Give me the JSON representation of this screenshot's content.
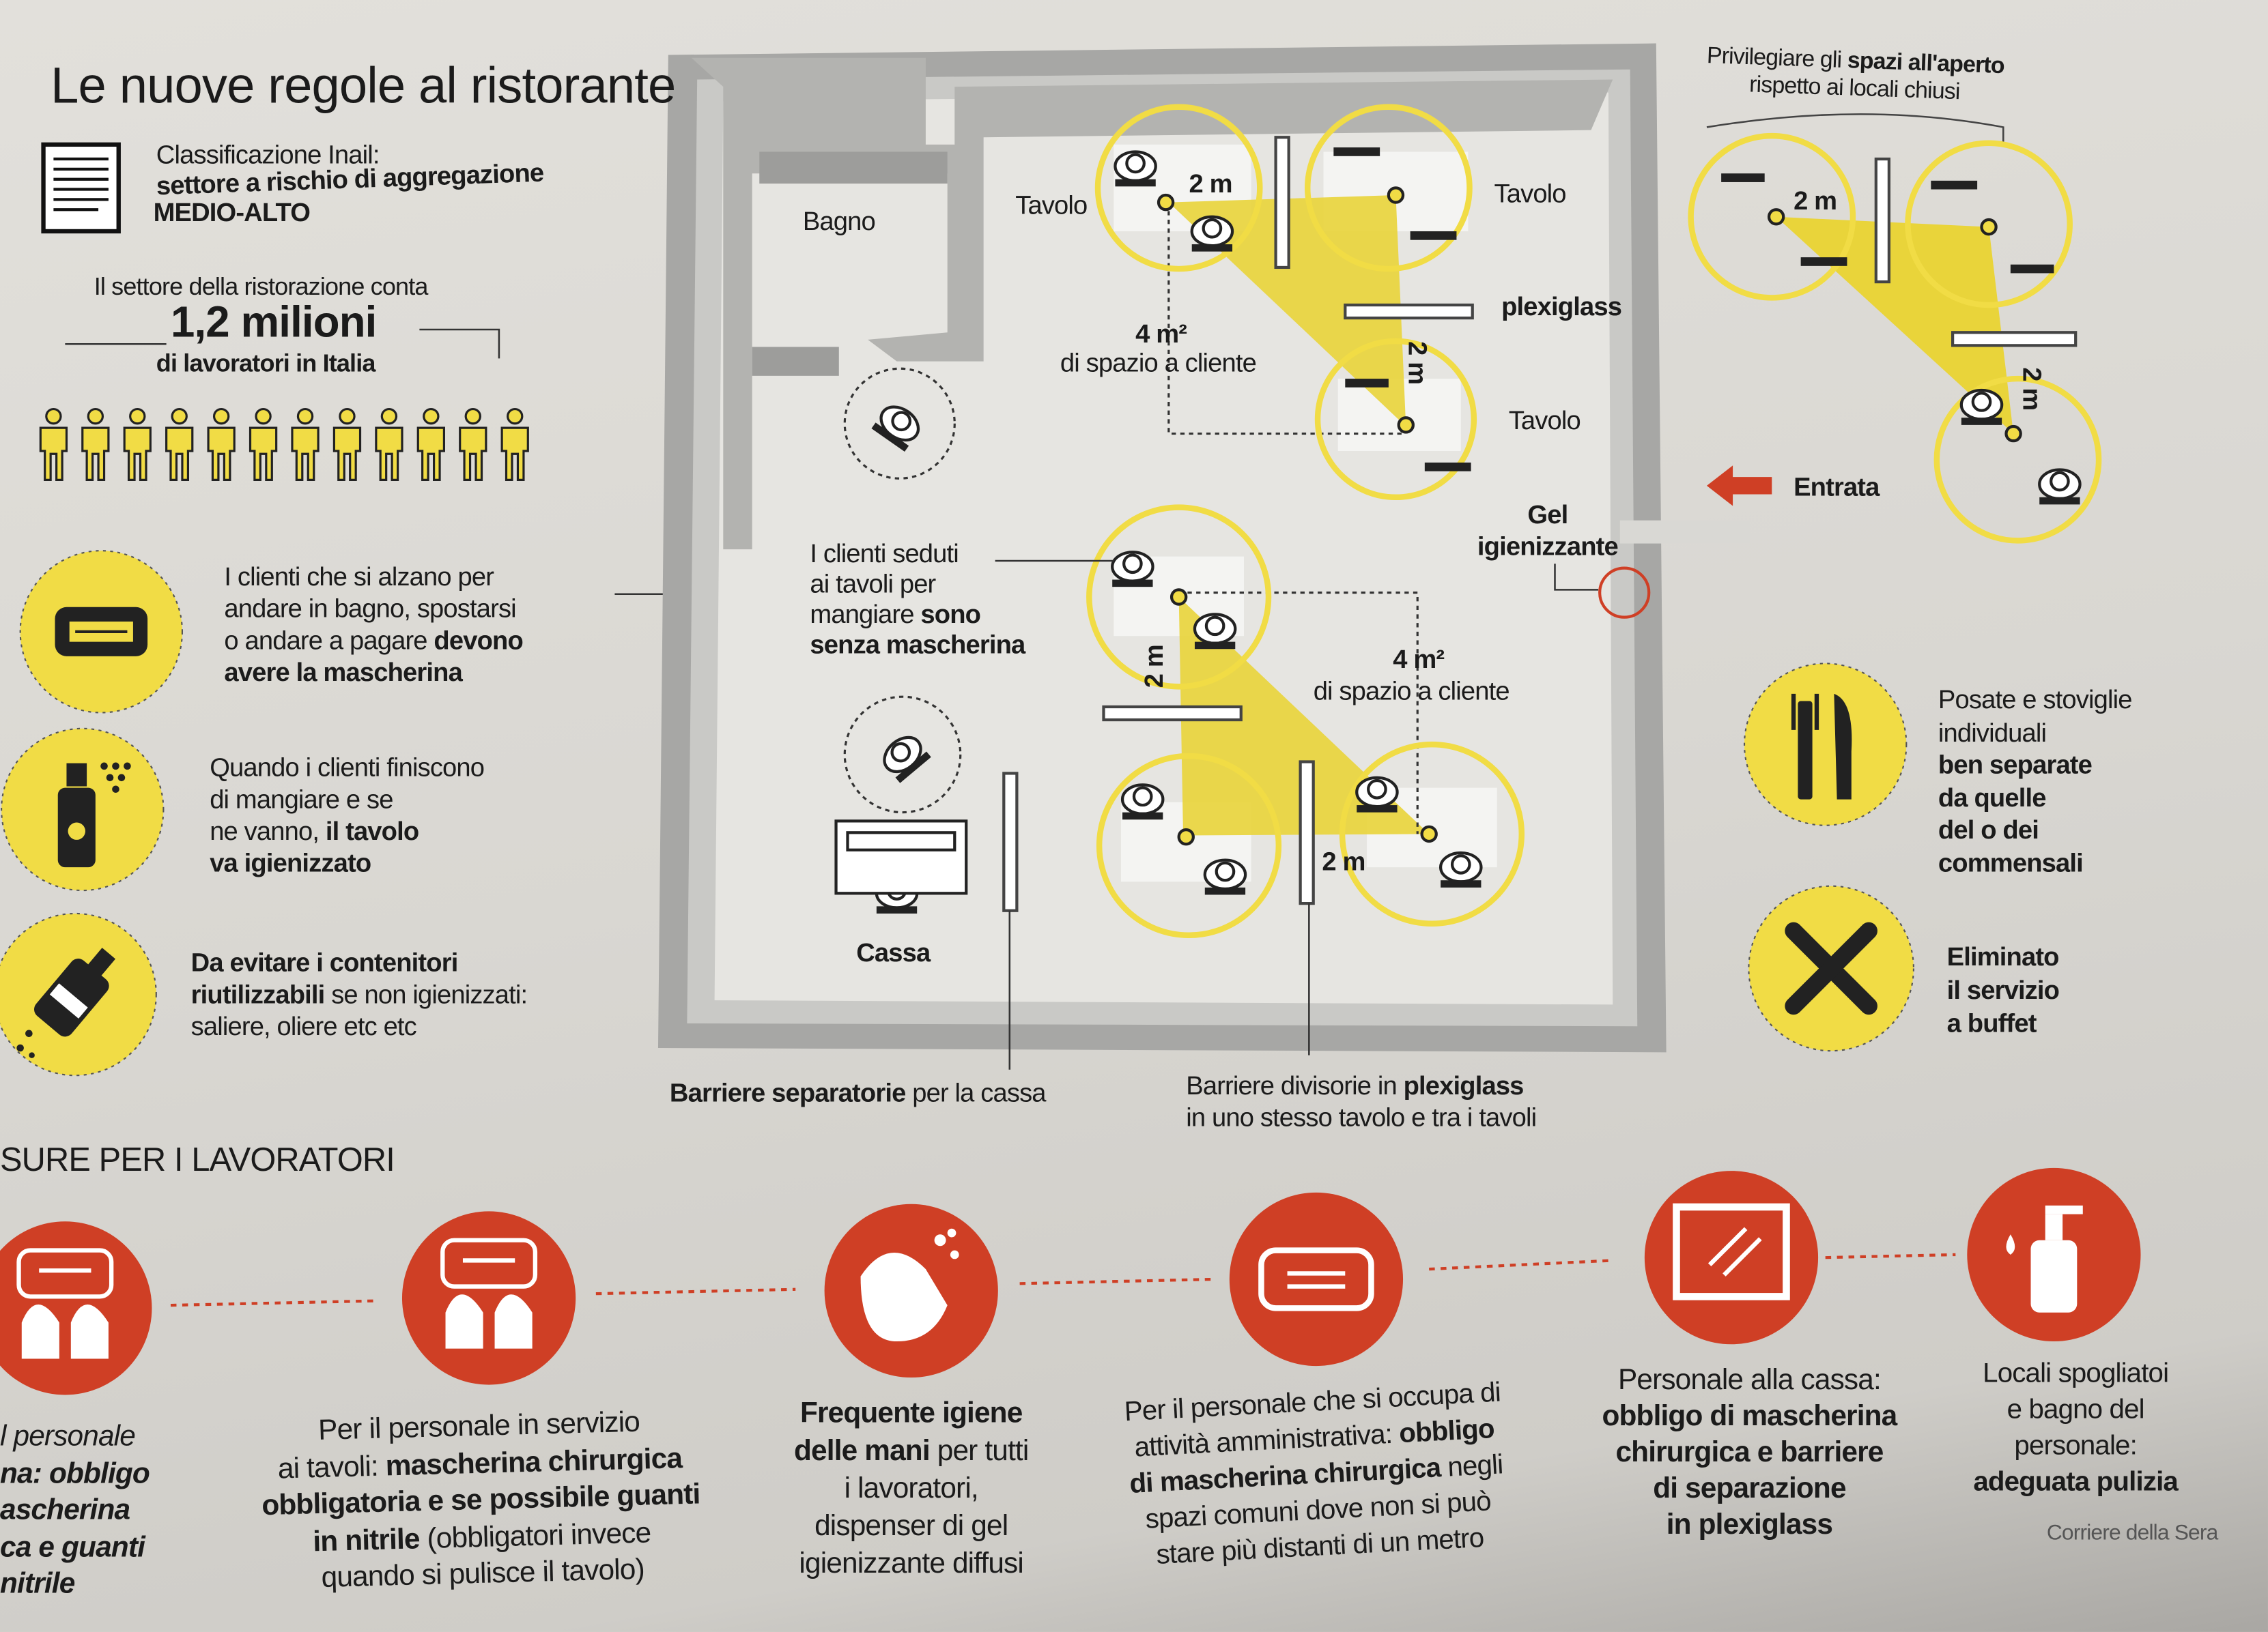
{
  "title": "Le nuove regole al ristorante",
  "classification": {
    "label": "Classificazione Inail:",
    "line1": "settore a rischio di aggregazione",
    "line2": "MEDIO-ALTO"
  },
  "workers": {
    "intro": "Il settore della ristorazione conta",
    "number": "1,2 milioni",
    "suffix": "di lavoratori in Italia",
    "icon_count": 12
  },
  "left_notes": [
    {
      "icon": "face-mask-icon",
      "l1": "I clienti che si alzano per",
      "l2": "andare in bagno, spostarsi",
      "l3a": "o andare a pagare ",
      "l3b": "devono",
      "l4": "avere la mascherina"
    },
    {
      "icon": "spray-bottle-icon",
      "l1": "Quando i clienti finiscono",
      "l2": "di mangiare e se",
      "l3a": "ne vanno, ",
      "l3b": "il tavolo",
      "l4": "va igienizzato"
    },
    {
      "icon": "cruet-bottle-icon",
      "l1": "Da evitare i contenitori",
      "l2a": "riutilizzabili",
      "l2b": " se non igienizzati:",
      "l3": "saliere, oliere etc etc"
    }
  ],
  "plan": {
    "bagno": "Bagno",
    "tavolo": "Tavolo",
    "dist": "2 m",
    "area": "4 m²",
    "area_caption": "di spazio a cliente",
    "plexiglass": "plexiglass",
    "seated": {
      "l1": "I clienti seduti",
      "l2": "ai tavoli per",
      "l3a": "mangiare ",
      "l3b": "sono",
      "l4": "senza mascherina"
    },
    "gel": {
      "l1": "Gel",
      "l2": "igienizzante"
    },
    "entrata": "Entrata",
    "cassa": "Cassa"
  },
  "outdoor": {
    "l1a": "Privilegiare gli ",
    "l1b": "spazi all'aperto",
    "l2": "rispetto ai locali chiusi",
    "dist": "2 m"
  },
  "right_notes": [
    {
      "icon": "cutlery-icon",
      "lines": [
        "Posate e stoviglie",
        "individuali"
      ],
      "bold": [
        "ben separate",
        "da quelle",
        "del o dei",
        "commensali"
      ]
    },
    {
      "icon": "cross-icon",
      "bold": [
        "Eliminato",
        "il servizio",
        "a buffet"
      ]
    }
  ],
  "captions": {
    "cassa_a": "Barriere separatorie",
    "cassa_b": " per la cassa",
    "divider_a": "Barriere divisorie in ",
    "divider_b": "plexiglass",
    "divider_c": "in uno stesso tavolo e tra i tavoli"
  },
  "workers_section": {
    "heading": "SURE PER I LAVORATORI",
    "items": [
      {
        "icon": "mask-gloves-icon",
        "lines": [
          "l personale",
          "na: obbligo",
          "ascherina",
          "ca e guanti",
          "nitrile"
        ]
      },
      {
        "icon": "mask-gloves-icon",
        "l1": "Per il personale in servizio",
        "l2a": "ai tavoli: ",
        "l2b": "mascherina chirurgica",
        "l3": "obbligatoria e se possibile guanti",
        "l4a": "in nitrile",
        "l4b": " (obbligatori invece",
        "l5": "quando si pulisce il tavolo)"
      },
      {
        "icon": "hand-washing-icon",
        "l1": "Frequente igiene",
        "l2a": "delle mani",
        "l2b": " per tutti",
        "l3": "i lavoratori,",
        "l4": "dispenser di gel",
        "l5": "igienizzante diffusi"
      },
      {
        "icon": "face-mask-icon",
        "l1": "Per il personale che si occupa di",
        "l2a": "attività amministrativa: ",
        "l2b": "obbligo",
        "l3a": "di mascherina chirurgica",
        "l3b": " negli",
        "l4": "spazi comuni dove non si può",
        "l5": "stare più distanti di un metro"
      },
      {
        "icon": "plexiglass-barrier-icon",
        "l1": "Personale alla cassa:",
        "l2": "obbligo di mascherina",
        "l3": "chirurgica e barriere",
        "l4": "di separazione",
        "l5": "in plexiglass"
      },
      {
        "icon": "soap-dispenser-icon",
        "l1": "Locali spogliatoi",
        "l2": "e bagno del",
        "l3": "personale:",
        "l4": "adeguata pulizia"
      }
    ]
  },
  "credit": "Corriere della Sera",
  "colors": {
    "yellow": "#f1dc45",
    "red": "#cf3f25",
    "wall": "#a7a7a5",
    "floor": "#e6e5e1"
  }
}
